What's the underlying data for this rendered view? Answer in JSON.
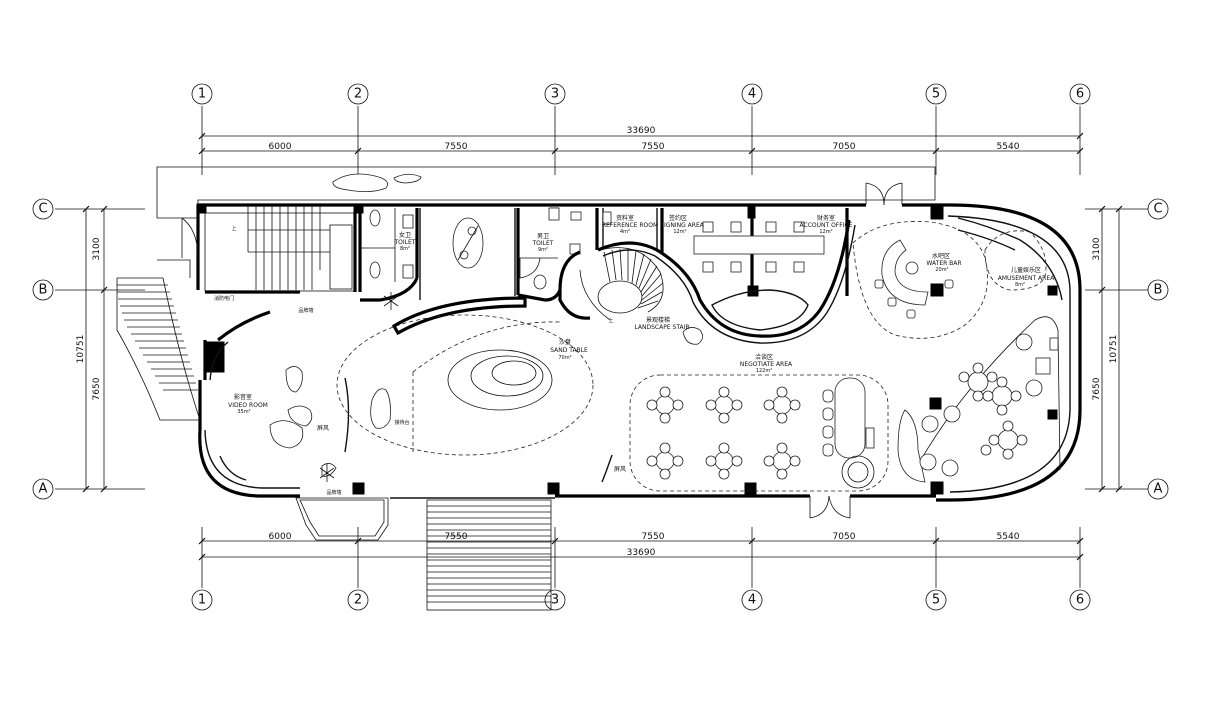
{
  "grid_columns": [
    "1",
    "2",
    "3",
    "4",
    "5",
    "6"
  ],
  "grid_rows": [
    "C",
    "B",
    "A"
  ],
  "dimensions_top": {
    "total": "33690",
    "spans": [
      "6000",
      "7550",
      "7550",
      "7050",
      "5540"
    ]
  },
  "dimensions_bottom": {
    "total": "33690",
    "spans": [
      "6000",
      "7550",
      "7550",
      "7050",
      "5540"
    ]
  },
  "dimensions_left": {
    "total": "10751",
    "spans": [
      "3100",
      "7650"
    ]
  },
  "dimensions_right": {
    "total": "10751",
    "spans": [
      "3100",
      "7650"
    ]
  },
  "rooms": {
    "toilet_f": {
      "cn": "女卫",
      "en": "TOILET",
      "area": "8m²"
    },
    "toilet_m": {
      "cn": "男卫",
      "en": "TOILET",
      "area": "9m²"
    },
    "reference": {
      "cn": "资料室",
      "en": "REFERENCE ROOM",
      "area": "4m²"
    },
    "signing": {
      "cn": "签约区",
      "en": "SIGNING AREA",
      "area": "12m²"
    },
    "account": {
      "cn": "财务室",
      "en": "ACCOUNT OFFICE",
      "area": "12m²"
    },
    "water_bar": {
      "cn": "水吧区",
      "en": "WATER BAR",
      "area": "20m²"
    },
    "amusement": {
      "cn": "儿童娱乐区",
      "en": "AMUSEMENT AREA",
      "area": "8m²"
    },
    "landscape": {
      "cn": "景观楼梯",
      "en": "LANDSCAPE STAIR"
    },
    "sand_table": {
      "cn": "沙盘",
      "en": "SAND TABLE",
      "area": "70m²"
    },
    "negotiate": {
      "cn": "洽谈区",
      "en": "NEGOTIATE AREA",
      "area": "122m²"
    },
    "video": {
      "cn": "影音室",
      "en": "VIDEO ROOM",
      "area": "35m²"
    }
  },
  "labels": {
    "screen_left": "屏风",
    "screen_right": "屏风",
    "reception": "接待台",
    "stair_up": "上",
    "fire_door": "消防电门",
    "wall_top": "品牌墙",
    "wall_bottom": "品牌墙"
  }
}
